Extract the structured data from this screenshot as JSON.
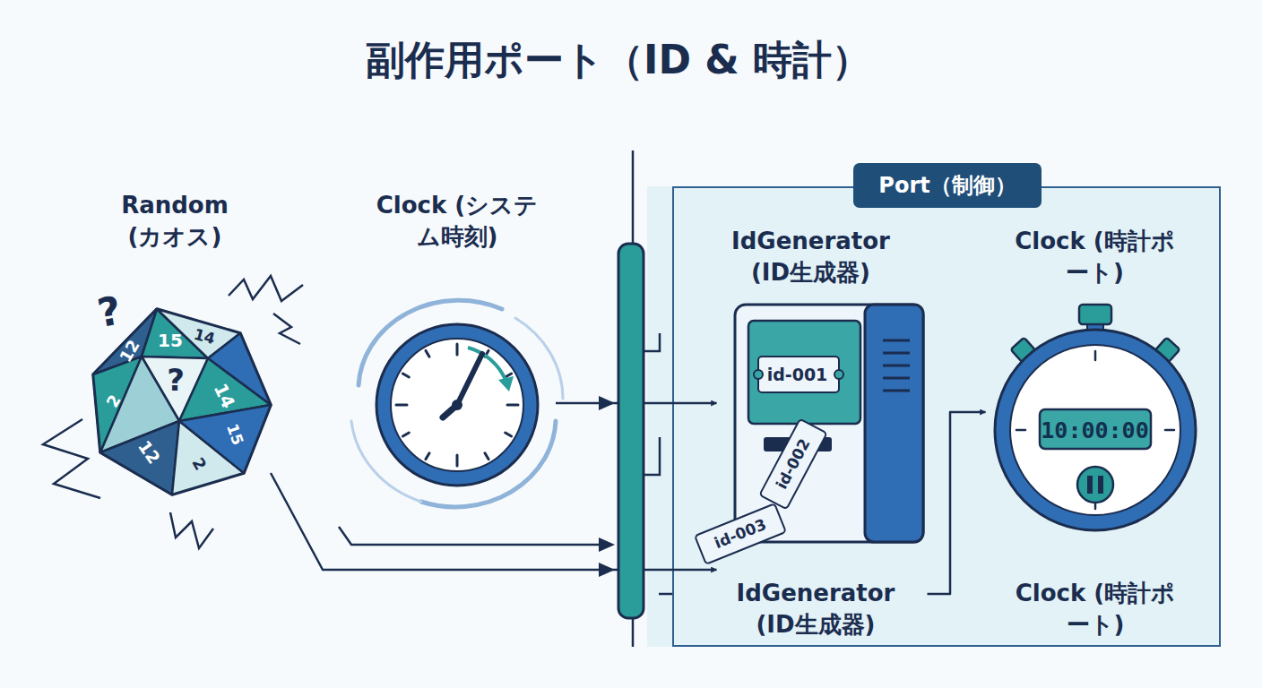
{
  "diagram": {
    "title": "副作用ポート（ID & 時計）",
    "nodes": [
      {
        "text": [
          "Random (カオス)"
        ]
      },
      {
        "text": [
          "Clock (システム時刻)"
        ]
      },
      {
        "text": [
          "Port（制御）"
        ]
      },
      {
        "text": [
          "IdGenerator (ID生成器)",
          "id-001"
        ],
        "in": 2
      },
      {
        "text": [
          "Clock (時計ポート)",
          "10:00:00"
        ],
        "in": 2
      }
    ],
    "edges": [
      {
        "from": 1,
        "to": 3,
        "arrow": "to"
      },
      {
        "from": 0,
        "to": 3,
        "arrow": "to"
      },
      {
        "from": 3,
        "to": 4,
        "arrow": "to"
      }
    ],
    "labels": [
      "?",
      "12",
      "15",
      "14",
      "?",
      "14",
      "2",
      "12",
      "2",
      "15",
      "id-002",
      "id-003",
      "IdGenerator (ID生成器)",
      "Clock (時計ポート)"
    ]
  }
}
